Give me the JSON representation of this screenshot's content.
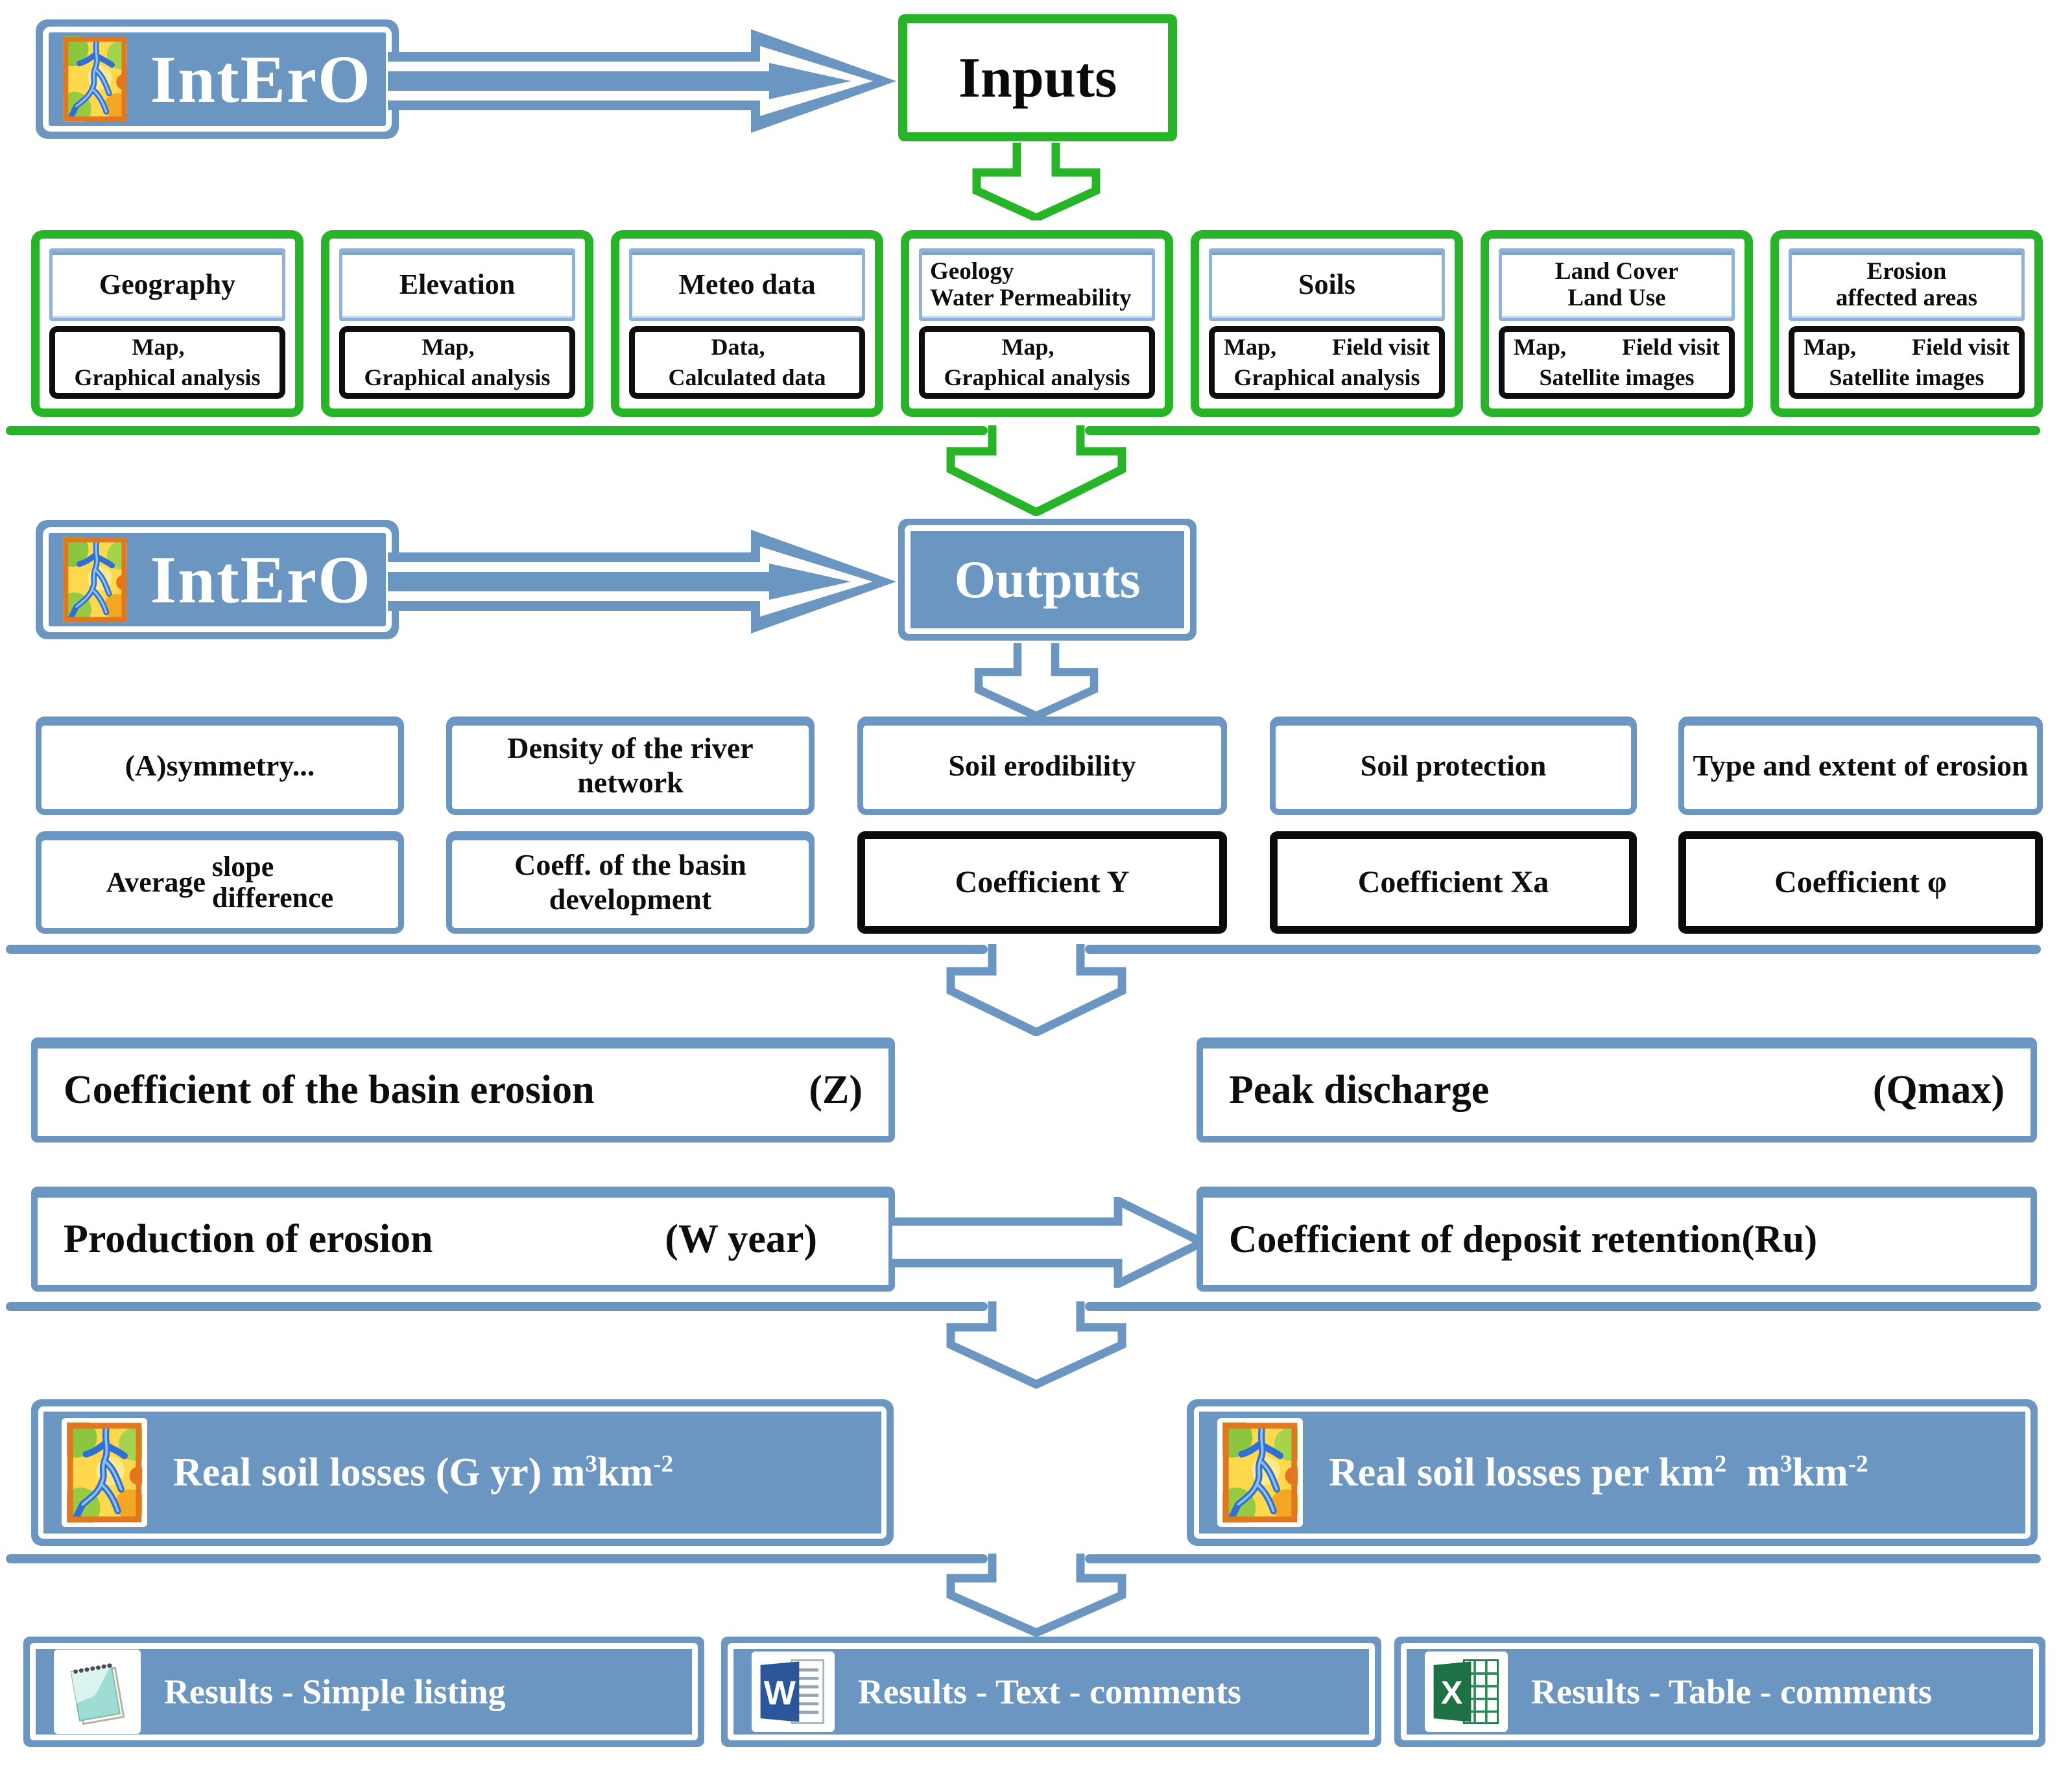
{
  "header": {
    "brand": "IntErO",
    "inputs_label": "Inputs"
  },
  "outputs_header": {
    "brand": "IntErO",
    "outputs_label": "Outputs"
  },
  "colors": {
    "blue": "#6b96c1",
    "green": "#28b428",
    "black": "#0d0d0d"
  },
  "inputs": [
    {
      "t1": "Geography",
      "t2": "",
      "s1a": "Map,",
      "s1b": "",
      "s2": "Graphical analysis"
    },
    {
      "t1": "Elevation",
      "t2": "",
      "s1a": "Map,",
      "s1b": "",
      "s2": "Graphical analysis"
    },
    {
      "t1": "Meteo data",
      "t2": "",
      "s1a": "Data,",
      "s1b": "",
      "s2": "Calculated data"
    },
    {
      "t1": "Geology",
      "t2": "Water Permeability",
      "s1a": "Map,",
      "s1b": "",
      "s2": "Graphical analysis"
    },
    {
      "t1": "Soils",
      "t2": "",
      "s1a": "Map,",
      "s1b": "Field visit",
      "s2": "Graphical analysis"
    },
    {
      "t1": "Land Cover",
      "t2": "Land Use",
      "s1a": "Map,",
      "s1b": "Field visit",
      "s2": "Satellite images"
    },
    {
      "t1": "Erosion",
      "t2": "affected areas",
      "s1a": "Map,",
      "s1b": "Field visit",
      "s2": "Satellite images"
    }
  ],
  "outputs_row1": [
    {
      "label": "(A)symmetry..."
    },
    {
      "label": "Density of the river network"
    },
    {
      "label": "Soil erodibility"
    },
    {
      "label": "Soil protection"
    },
    {
      "label": "Type and extent of erosion"
    }
  ],
  "outputs_row2": {
    "average": {
      "word": "Average",
      "l1": "slope",
      "l2": "difference"
    },
    "coeff_dev": {
      "label": "Coeff. of the basin development"
    },
    "coeff_y": {
      "label": "Coefficient Y"
    },
    "coeff_xa": {
      "label": "Coefficient Xa"
    },
    "coeff_phi": {
      "label": "Coefficient φ"
    }
  },
  "mid": {
    "z": {
      "label": "Coefficient of the basin erosion",
      "tag": "(Z)"
    },
    "qmax": {
      "label": "Peak discharge",
      "tag": "(Qmax)"
    },
    "w": {
      "label": "Production of erosion",
      "tag": "(W year)"
    },
    "ru": {
      "label": "Coefficient of deposit retention",
      "tag": "(Ru)"
    }
  },
  "soil_losses": {
    "left": {
      "p1": "Real soil losses (G yr) m",
      "s1": "3",
      "p2": "km",
      "s2": "-2",
      "p3": "",
      "s3": ""
    },
    "right": {
      "p1": "Real soil losses per km",
      "s1": "2",
      "p2": "  m",
      "s2": "3",
      "p3": "km",
      "s3": "-2"
    }
  },
  "results": [
    {
      "label": "Results - Simple listing"
    },
    {
      "label": "Results - Text - comments"
    },
    {
      "label": "Results - Table - comments"
    }
  ],
  "icons": {
    "word_letter": "W",
    "excel_letter": "X"
  }
}
